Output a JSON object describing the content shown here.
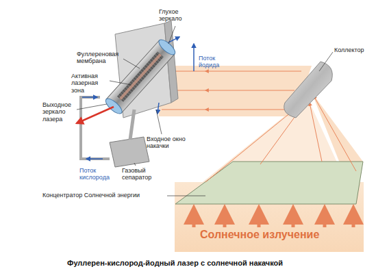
{
  "diagram": {
    "caption": "Фуллерен-кислород-йодный лазер с солнечной накачкой",
    "labels": [
      "Глухое зеркало",
      "Фуллереновая мембрана",
      "Активная лазерная зона",
      "Выходное зеркало лазера",
      "Поток йодида",
      "Входное окно накачки",
      "Газовый сепаратор",
      "Поток кислорода",
      "Коллектор",
      "Концентратор Солнечной энергии",
      "Солнечное излучение"
    ]
  }
}
